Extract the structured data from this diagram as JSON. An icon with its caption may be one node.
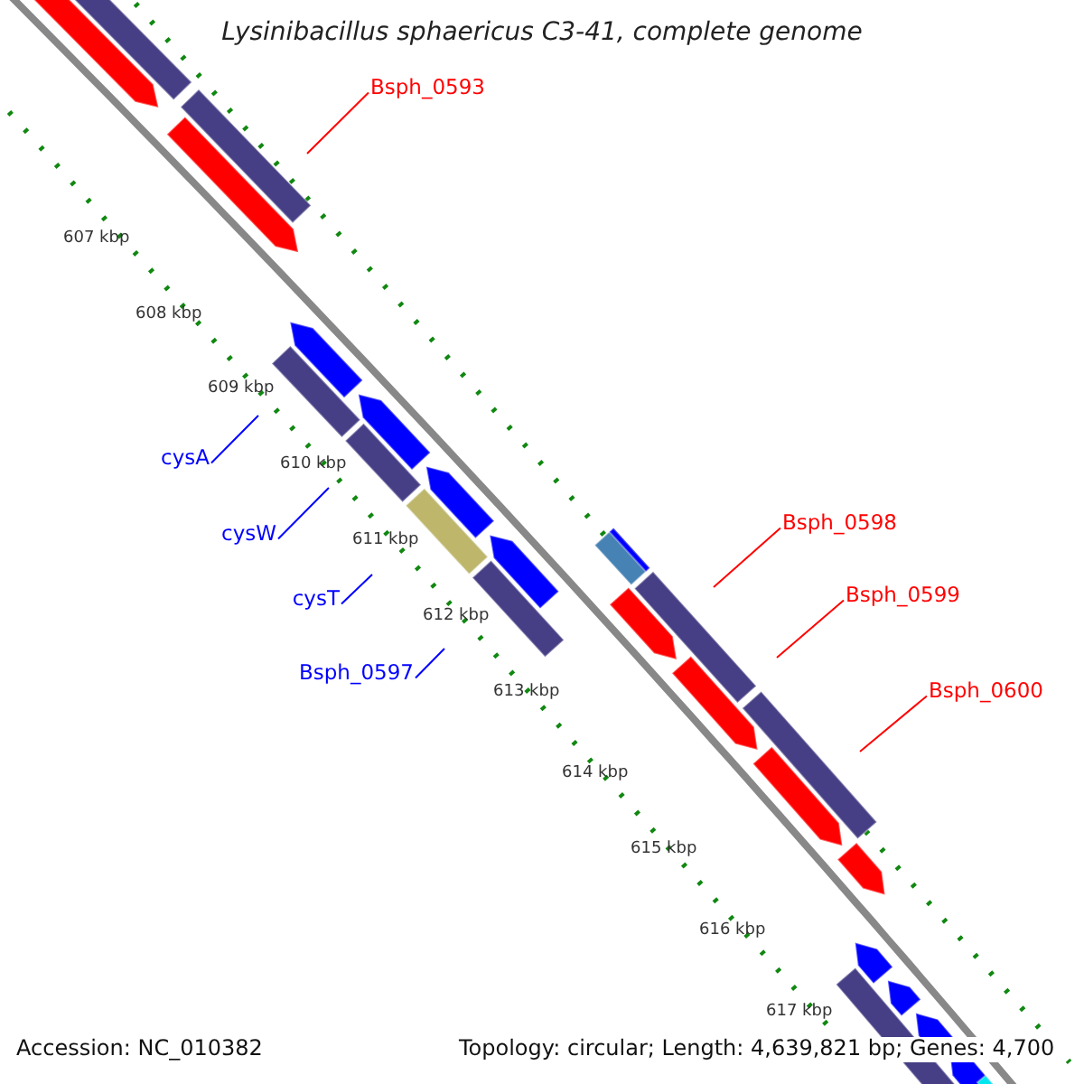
{
  "diagram": {
    "title": "Lysinibacillus sphaericus C3-41, complete genome",
    "nodes": [
      {
        "text": [
          "Bsph_0593"
        ]
      },
      {
        "text": [
          "cysA"
        ]
      },
      {
        "text": [
          "cysW"
        ]
      },
      {
        "text": [
          "cysT"
        ]
      },
      {
        "text": [
          "Bsph_0597"
        ]
      },
      {
        "text": [
          "Bsph_0598"
        ]
      },
      {
        "text": [
          "Bsph_0599"
        ]
      },
      {
        "text": [
          "Bsph_0600"
        ]
      }
    ],
    "edges": [
      {
        "from": 0,
        "to": null,
        "arrow": "none",
        "color": "#ff0000"
      },
      {
        "from": 1,
        "to": null,
        "arrow": "none",
        "color": "#0000ff"
      },
      {
        "from": 2,
        "to": null,
        "arrow": "none",
        "color": "#0000ff"
      },
      {
        "from": 3,
        "to": null,
        "arrow": "none",
        "color": "#0000ff"
      },
      {
        "from": 4,
        "to": null,
        "arrow": "none",
        "color": "#0000ff"
      },
      {
        "from": 5,
        "to": null,
        "arrow": "none",
        "color": "#ff0000"
      },
      {
        "from": 6,
        "to": null,
        "arrow": "none",
        "color": "#ff0000"
      },
      {
        "from": 7,
        "to": null,
        "arrow": "none",
        "color": "#ff0000"
      }
    ],
    "labels": [
      "607 kbp",
      "608 kbp",
      "609 kbp",
      "610 kbp",
      "611 kbp",
      "612 kbp",
      "613 kbp",
      "614 kbp",
      "615 kbp",
      "616 kbp",
      "617 kbp",
      "Accession: NC_010382",
      "Topology: circular; Length: 4,639,821 bp; Genes: 4,700"
    ]
  }
}
